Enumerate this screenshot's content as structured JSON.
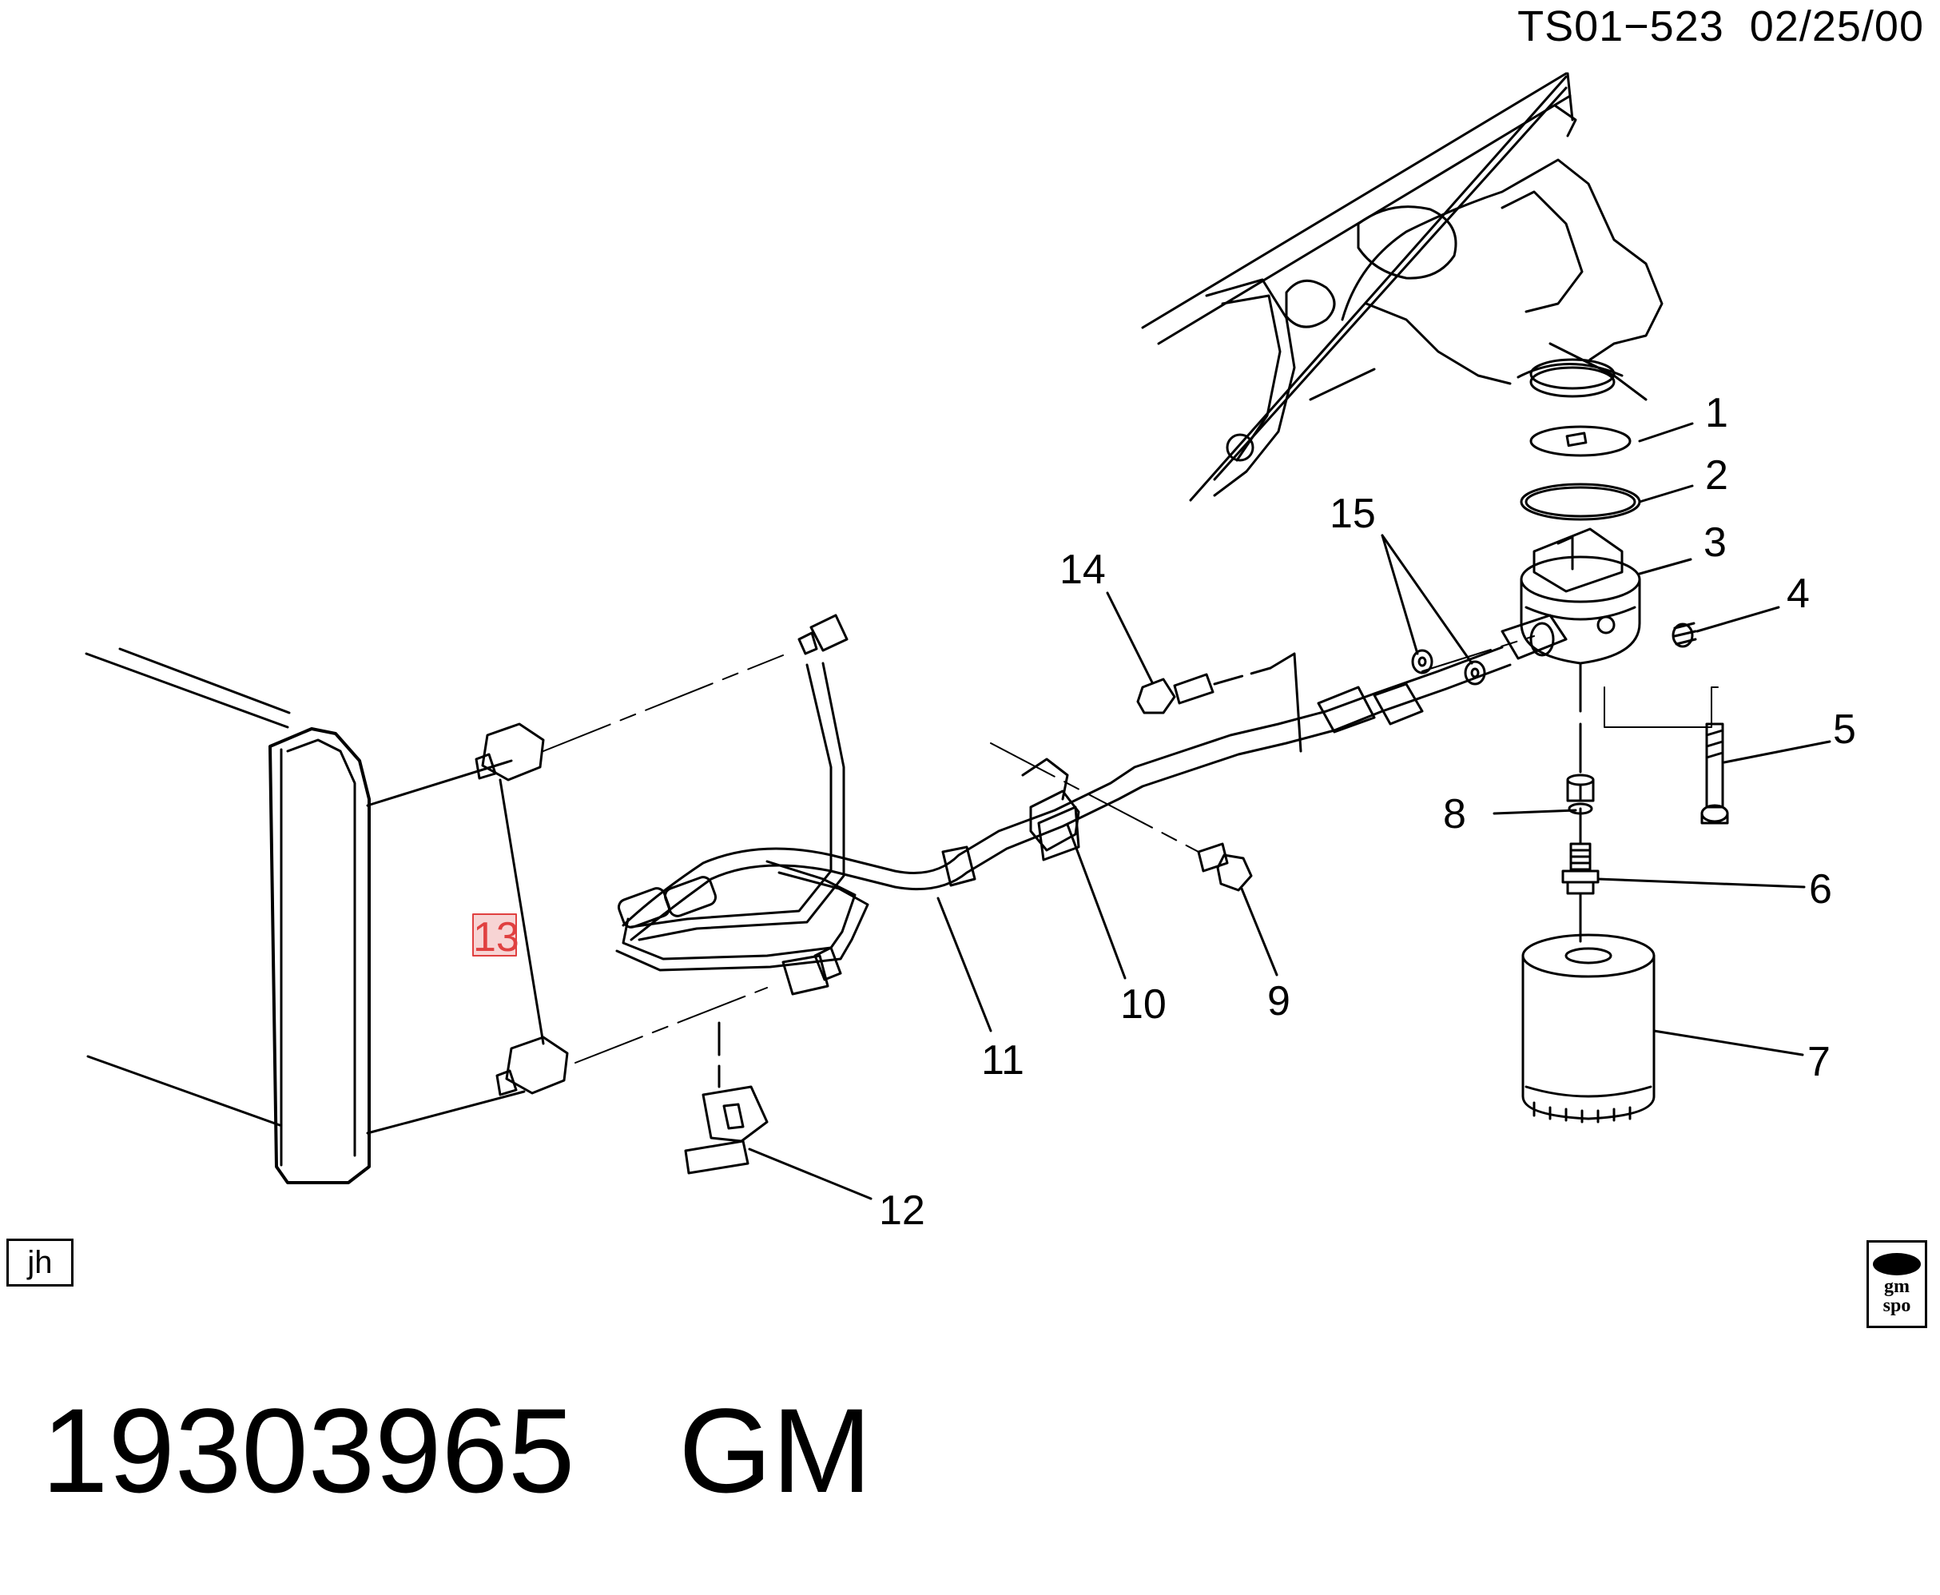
{
  "header": {
    "drawing_id": "TS01−523",
    "date": "02/25/00"
  },
  "callouts": [
    "1",
    "2",
    "3",
    "4",
    "5",
    "6",
    "7",
    "8",
    "9",
    "10",
    "11",
    "12",
    "13",
    "14",
    "15"
  ],
  "highlighted_callout": "13",
  "artist_initials": "jh",
  "logo": {
    "line1": "gm",
    "line2": "spo"
  },
  "footer": {
    "part_number": "19303965",
    "brand": "GM"
  },
  "colors": {
    "highlight": "#e04040",
    "highlight_fill": "#f7d4d4",
    "ink": "#000000"
  }
}
